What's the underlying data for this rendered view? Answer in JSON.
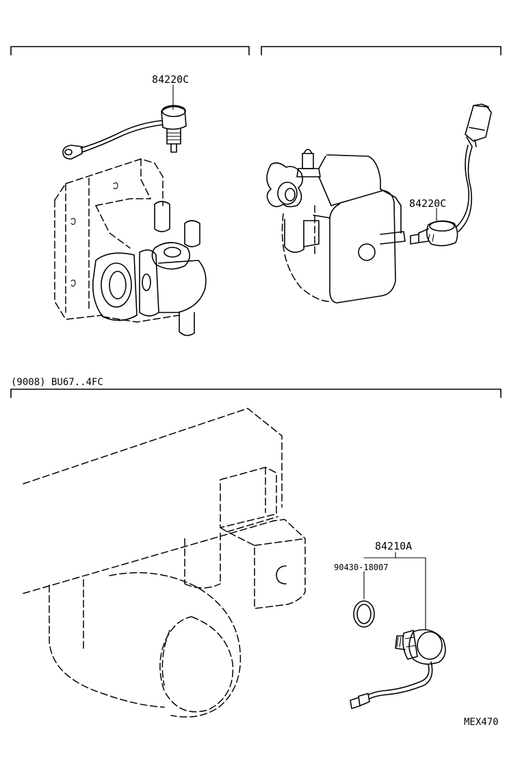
{
  "labels": {
    "part_top_left": "84220C",
    "part_top_right": "84220C",
    "section_caption": "(9008) BU67..4FC",
    "part_bottom_switch": "84210A",
    "part_bottom_gasket": "90430-18007",
    "diagram_code": "MEX470"
  }
}
